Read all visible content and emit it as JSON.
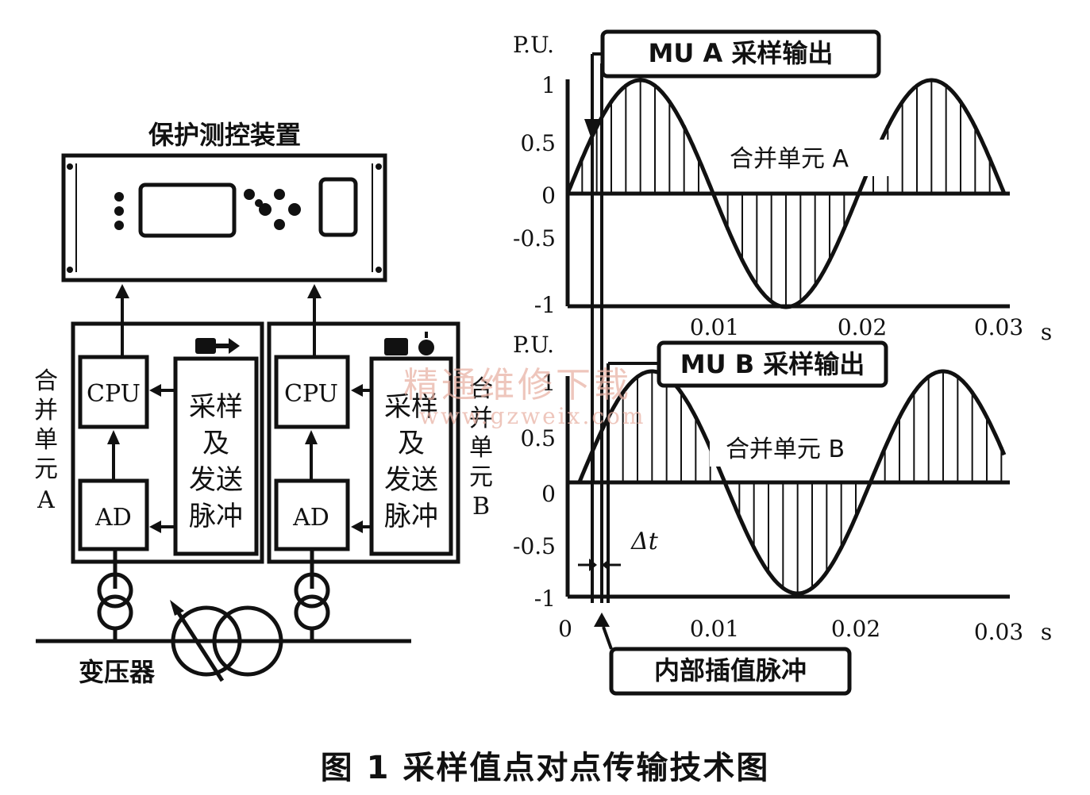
{
  "left": {
    "device_title": "保护测控装置",
    "mu_a_label": [
      "合",
      "并",
      "单",
      "元",
      "A"
    ],
    "mu_b_label": [
      "合",
      "并",
      "单",
      "元",
      "B"
    ],
    "cpu_label": "CPU",
    "ad_label": "AD",
    "sampling_label": [
      "采样",
      "及",
      "发送",
      "脉冲"
    ],
    "transformer_label": "变压器"
  },
  "right": {
    "top_panel": {
      "callout": "MU A 采样输出",
      "curve_label": "合并单元 A",
      "ylabel": "P.U.",
      "yticks": [
        "1",
        "0.5",
        "0",
        "-0.5",
        "-1"
      ],
      "xticks": [
        "0.01",
        "0.02",
        "0.03"
      ],
      "xunit": "s"
    },
    "bottom_panel": {
      "callout": "MU B 采样输出",
      "curve_label": "合并单元 B",
      "ylabel": "P.U.",
      "yticks": [
        "1",
        "0.5",
        "0",
        "-0.5",
        "-1"
      ],
      "xticks": [
        "0",
        "0.01",
        "0.02",
        "0.03"
      ],
      "xunit": "s",
      "delta_label": "Δt"
    },
    "interp_callout": "内部插值脉冲"
  },
  "waveforms": {
    "period_s": 0.02,
    "duration_s": 0.03,
    "amplitude_pu": 1,
    "sample_interval_s": 0.001,
    "mu_b_offset_s": 0.0008
  },
  "watermark": {
    "line1": "精通维修下载",
    "line2": "www.gzweix.com"
  },
  "caption": "图 1   采样值点对点传输技术图"
}
